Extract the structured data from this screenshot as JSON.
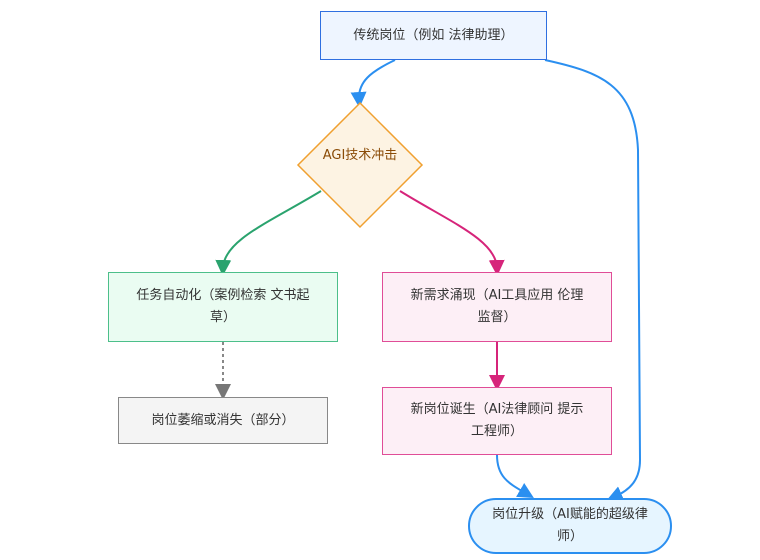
{
  "nodes": {
    "start": "传统岗位（例如 法律助理）",
    "decision": "AGI技术冲击",
    "automation": "任务自动化（案例检索 文书起草）",
    "new_demand": "新需求涌现（AI工具应用 伦理监督）",
    "shrink": "岗位萎缩或消失（部分）",
    "new_job": "新岗位诞生（AI法律顾问 提示工程师）",
    "upgrade": "岗位升级（AI赋能的超级律师）"
  },
  "colors": {
    "blue": "#2b8ff0",
    "orange": "#f0a030",
    "green": "#2aa36e",
    "pink": "#d6247a",
    "gray": "#888888"
  }
}
